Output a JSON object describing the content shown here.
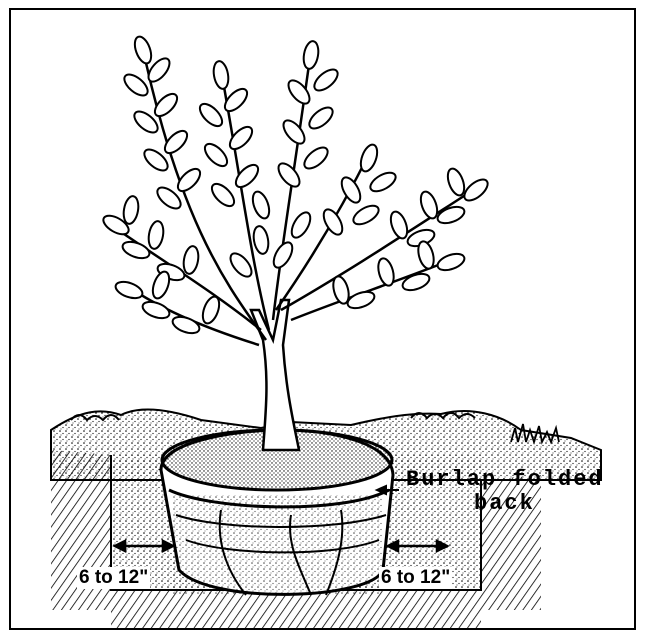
{
  "labels": {
    "burlap_line1": "Burlap folded",
    "burlap_line2": "back",
    "left_measure": "6 to 12\"",
    "right_measure": "6 to 12\""
  },
  "colors": {
    "ink": "#000000",
    "paper": "#ffffff"
  }
}
